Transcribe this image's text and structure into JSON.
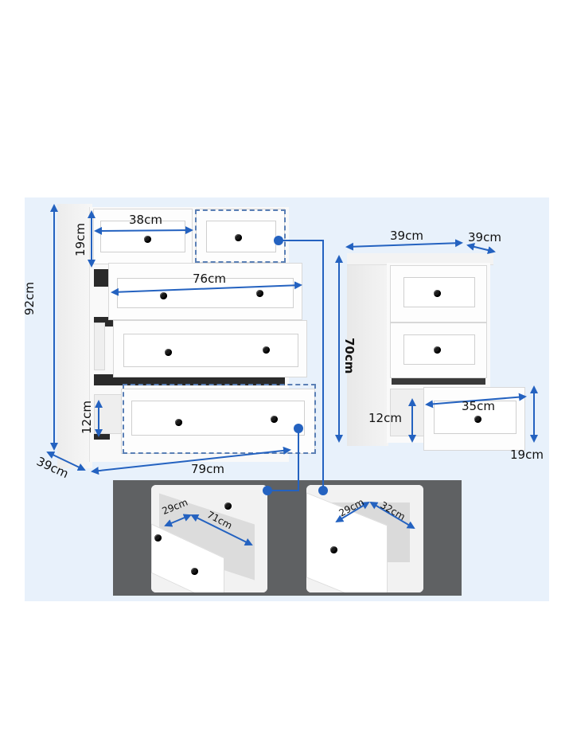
{
  "colors": {
    "panel_background": "#e8f1fb",
    "dimension_line": "#2462c0",
    "strip_background": "#5f6163",
    "furniture": "#ffffff",
    "knob": "#1a1a1a"
  },
  "dresser": {
    "height": "92cm",
    "depth": "39cm",
    "width": "79cm",
    "top_drawer_width": "38cm",
    "top_drawer_height": "19cm",
    "inner_width": "76cm",
    "drawer_depth_height": "12cm",
    "drawer_count": 5
  },
  "nightstand": {
    "height": "70cm",
    "width": "39cm",
    "depth": "39cm",
    "drawer_height": "19cm",
    "drawer_inner_height": "12cm",
    "drawer_inner_width": "35cm",
    "drawer_count": 3
  },
  "detail_views": [
    {
      "label": "dresser-drawer-interior",
      "depth": "29cm",
      "length": "71cm"
    },
    {
      "label": "nightstand-drawer-interior",
      "depth": "29cm",
      "length": "32cm"
    }
  ]
}
